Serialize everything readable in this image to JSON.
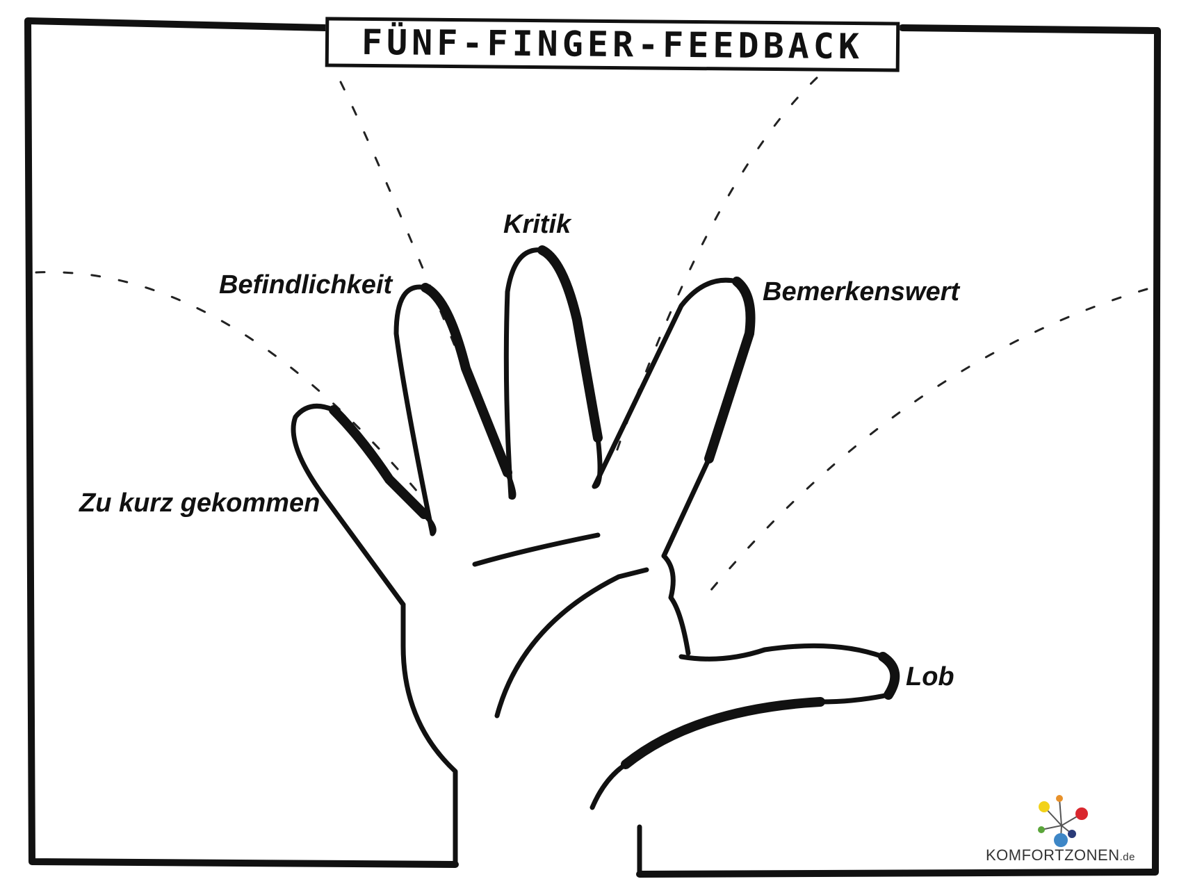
{
  "title": "FÜNF-FINGER-FEEDBACK",
  "fingers": {
    "thumb": "Lob",
    "index": "Bemerkenswert",
    "middle": "Kritik",
    "ring": "Befindlichkeit",
    "pinky": "Zu kurz gekommen"
  },
  "logo": {
    "text": "KOMFORTZONEN",
    "suffix": ".de",
    "colors": {
      "yellow": "#f2d21a",
      "orange": "#e8912a",
      "red": "#d9272e",
      "green": "#5aa53a",
      "blue": "#3d86c6",
      "navy": "#2a3a78"
    }
  }
}
